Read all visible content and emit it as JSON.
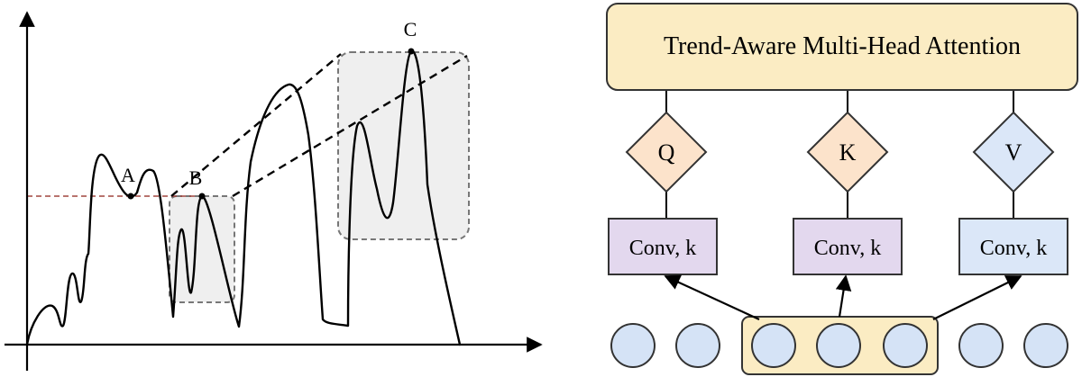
{
  "left_plot": {
    "points": {
      "a": "A",
      "b": "B",
      "c": "C"
    }
  },
  "attention": {
    "title": "Trend-Aware Multi-Head Attention",
    "heads": [
      {
        "symbol": "Q",
        "conv_label": "Conv, k"
      },
      {
        "symbol": "K",
        "conv_label": "Conv, k"
      },
      {
        "symbol": "V",
        "conv_label": "Conv, k"
      }
    ],
    "colors": {
      "title_fill": "#fbecc3",
      "q_fill": "#fce3cb",
      "k_fill": "#fce3cb",
      "v_fill": "#dbe7f8",
      "conv_qk_fill": "#e3d8ee",
      "conv_v_fill": "#dbe7f8",
      "input_circle_fill": "#d5e3f6",
      "window_fill": "#fbecc3",
      "region_fill": "#efefef",
      "threshold_color": "#a0453f"
    }
  }
}
